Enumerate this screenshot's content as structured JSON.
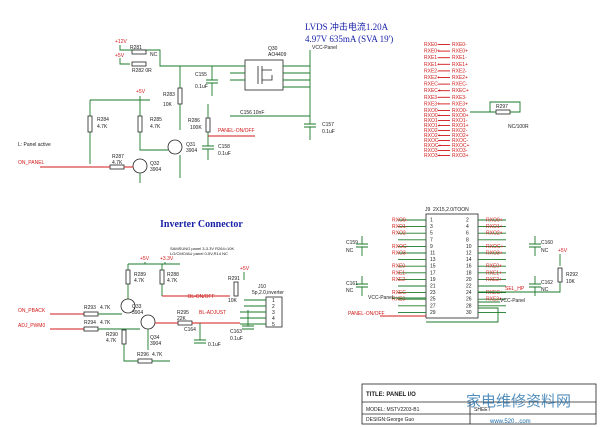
{
  "header": {
    "lvds_title": "LVDS 冲击电流1.20A",
    "lvds_sub": "4.97V 635mA (SVA 19')",
    "panel_active": "L:  Panel active",
    "inverter_title": "Inverter Connector"
  },
  "labels": {
    "p12v": "+12V",
    "p5v": "+5V",
    "p5v_b": "+5V",
    "p33v": "+3.3V",
    "p5v_c": "+5V",
    "p5v_d": "+5V",
    "vcc_panel_top": "VCC-Panel",
    "r281": "R281",
    "nc_r281": "NC",
    "r282": "R282  0R",
    "q30": "Q30",
    "q30_part": "AO4409",
    "c155": "C155",
    "c155_v": "0.1uF",
    "r283": "R283",
    "r283_v": "10K",
    "r284": "R284",
    "r284_v": "4.7K",
    "r285": "R285",
    "r285_v": "4.7K",
    "r286": "R286",
    "r286_v": "100K",
    "c156": "C156",
    "c156_v": "10nF",
    "c157": "C157",
    "c157_v": "0.1uF",
    "c158": "C158",
    "c158_v": "0.1uF",
    "r287": "R287",
    "r287_v": "4.7K",
    "q31": "Q31",
    "q31_v": "3904",
    "q32": "Q32",
    "q32_v": "3904",
    "panel_on_off": "PANEL-ON/OFF",
    "on_panel": "ON_PANEL",
    "r297": "R297",
    "r297_v": "NC/100R",
    "j9": "J9",
    "j9_part": "2X15,2.0/TOON",
    "c160": "C160",
    "c160_v": "NC",
    "c161": "C161",
    "c161_v": "NC",
    "c159": "C159",
    "c159_v": "NC",
    "c162": "C162",
    "c162_v": "NC",
    "r292": "R292",
    "r292_v": "10K",
    "vcc_panel_j9": "VCC-Panel",
    "vcc_panel_j9r": "VCC-Panel",
    "panel_on_off_j9": "PANEL-ON/OFF",
    "sel_hp": "SEL_HP",
    "note1": "SAMSUNG panel 3-3.3V R264=10K",
    "note2": "LG/CMO/AU panel 0-5V,R14 NC",
    "r289": "R289",
    "r289_v": "4.7K",
    "r288": "R288",
    "r288_v": "4.7K",
    "r290": "R290",
    "r290_v": "4.7K",
    "r291": "R291",
    "r291_v": "10K",
    "r293": "R293",
    "r293_v": "4.7K",
    "r294": "R294",
    "r294_v": "4.7K",
    "q33": "Q33",
    "q33_v": "3904",
    "q34": "Q34",
    "q34_v": "3904",
    "r295": "R295",
    "r295_v": "22K",
    "r296": "R296",
    "r296_v": "4.7K",
    "c163": "C163",
    "c163_v": "0.1uF",
    "c164": "C164",
    "c164_v": "0.1uF",
    "on_pback": "ON_PBACK",
    "adj_pwm": "ADJ_PWM0",
    "bl_on_off": "BL-ON/OFF",
    "bl_adjust": "BL-ADJUST",
    "j10": "J10",
    "j10_part": "5p,2.0,inverter",
    "title": "TITLE: PANEL I/O",
    "model": "MODEL: MSTV2203-B1",
    "design": "DESIGN:George Guo",
    "sheet": "SHEET",
    "watermark": "家电维修资料网",
    "watermark_url": "www.520...com"
  },
  "rxe_top": [
    "RXE0-",
    "RXE0+",
    "RXE1-",
    "RXE1+",
    "RXE2-",
    "RXE2+",
    "RXEC-",
    "RXEC+",
    "RXE3-",
    "RXE3+"
  ],
  "rxo_mid": [
    "RXO0-",
    "RXO0+",
    "RXO1-",
    "RXO1+",
    "RXO2-",
    "RXO2+",
    "RXOC-",
    "RXOC+",
    "RXO3-",
    "RXO3+"
  ],
  "j9_left": [
    "RXO0-",
    "RXO1-",
    "RXO2-",
    "",
    "RXOC-",
    "RXO3-",
    "",
    "RXE0-",
    "RXE1-",
    "RXE2-",
    "",
    "RXEC-",
    "RXE3-",
    "",
    ""
  ],
  "j9_right": [
    "RXO0+",
    "RXO1+",
    "RXO2+",
    "",
    "RXOC+",
    "RXO3+",
    "",
    "RXE0+",
    "RXE1+",
    "RXE2+",
    "",
    "RXEC+",
    "RXE3+",
    "",
    ""
  ],
  "j9_pins_left": [
    "1",
    "3",
    "5",
    "7",
    "9",
    "11",
    "13",
    "15",
    "17",
    "19",
    "21",
    "23",
    "25",
    "27",
    "29"
  ],
  "j9_pins_right": [
    "2",
    "4",
    "6",
    "8",
    "10",
    "12",
    "14",
    "16",
    "18",
    "20",
    "22",
    "24",
    "26",
    "28",
    "30"
  ],
  "j10_pins": [
    "1",
    "2",
    "3",
    "4",
    "5"
  ]
}
